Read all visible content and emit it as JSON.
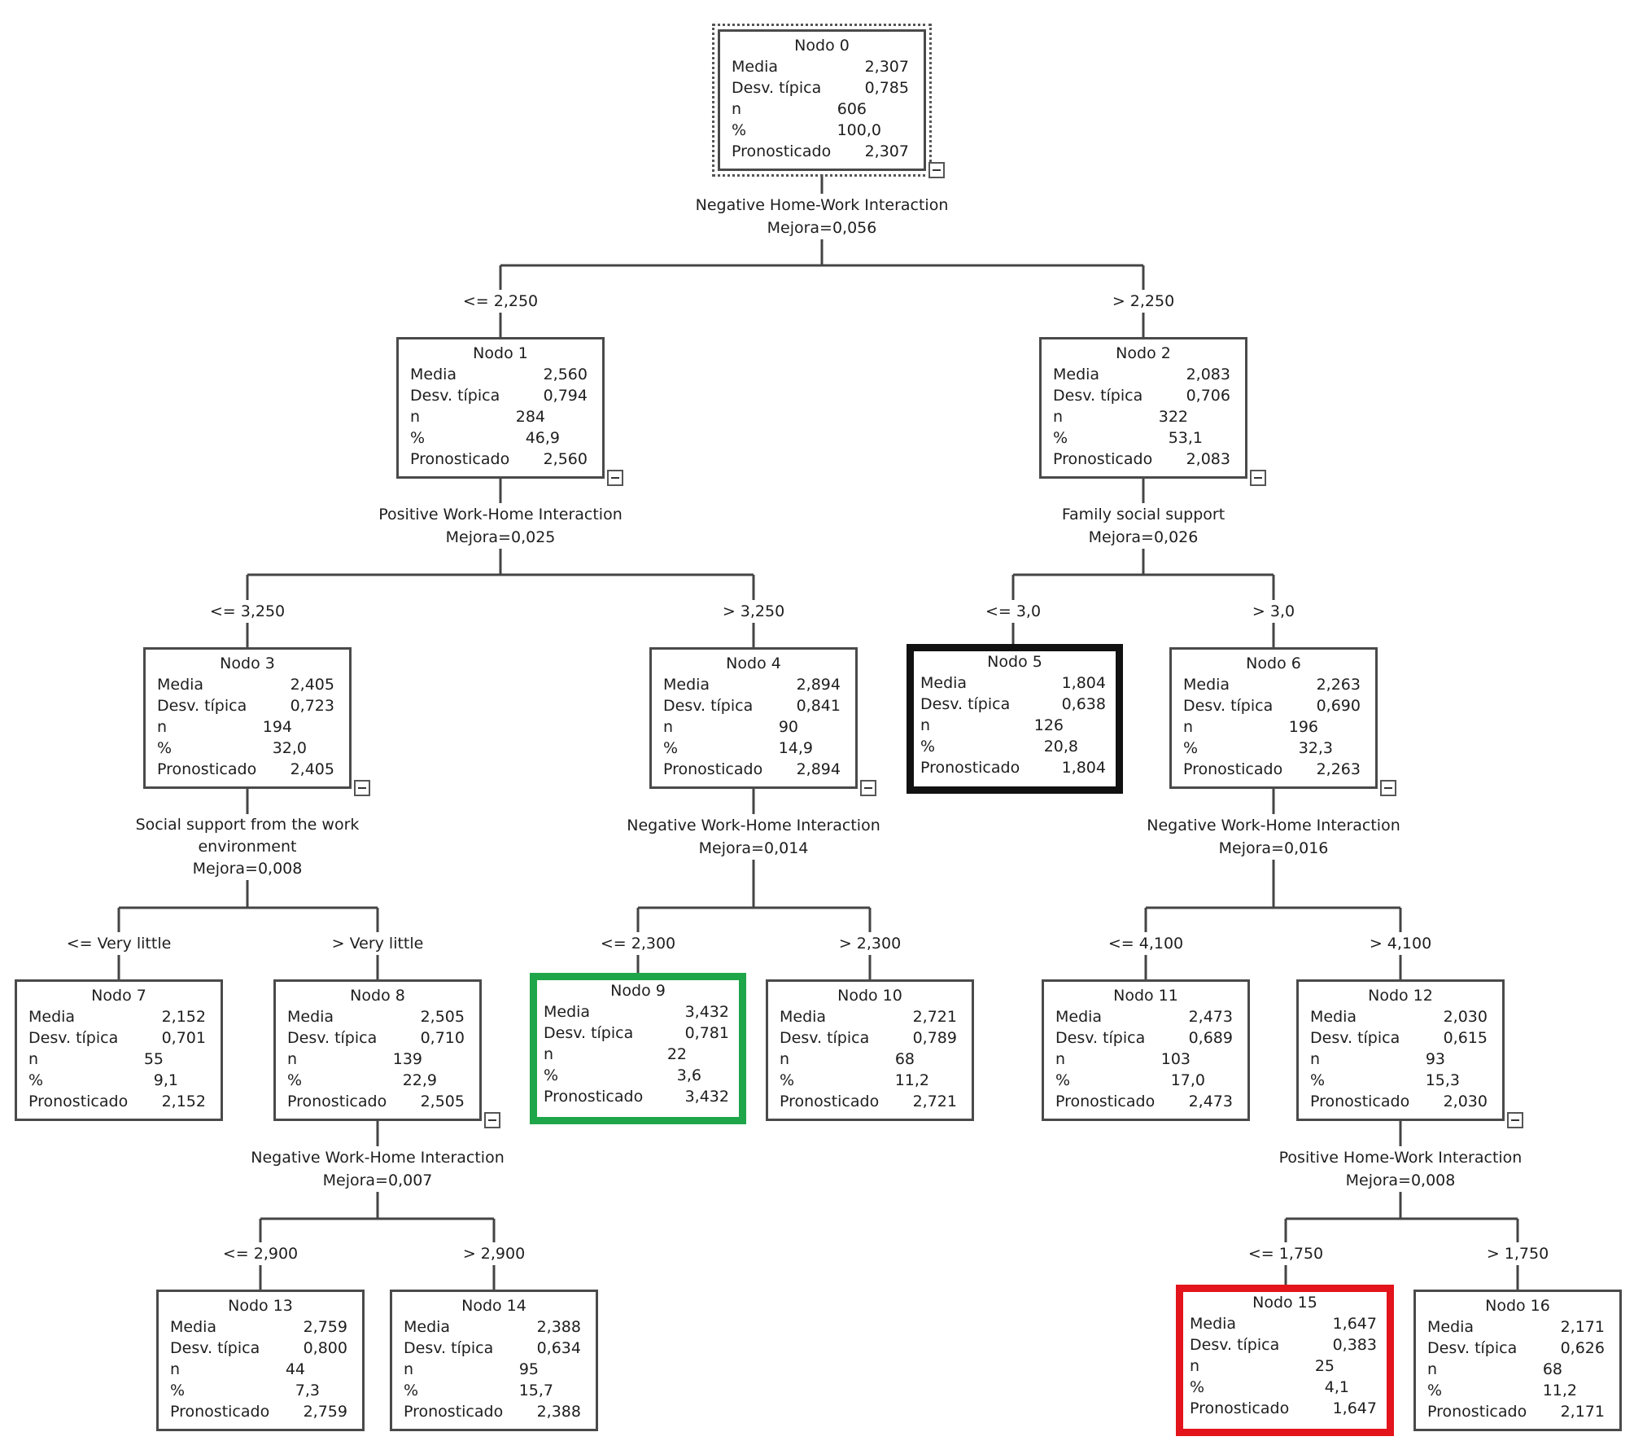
{
  "row_labels": {
    "media": "Media",
    "desv": "Desv. típica",
    "n": "n",
    "pct": "%",
    "pron": "Pronosticado"
  },
  "nodes": [
    {
      "title": "Nodo 0",
      "media": "2,307",
      "desv": "0,785",
      "n": "606",
      "pct": "100,0",
      "pron": "2,307"
    },
    {
      "title": "Nodo 1",
      "media": "2,560",
      "desv": "0,794",
      "n": "284",
      "pct": "46,9",
      "pron": "2,560"
    },
    {
      "title": "Nodo 2",
      "media": "2,083",
      "desv": "0,706",
      "n": "322",
      "pct": "53,1",
      "pron": "2,083"
    },
    {
      "title": "Nodo 3",
      "media": "2,405",
      "desv": "0,723",
      "n": "194",
      "pct": "32,0",
      "pron": "2,405"
    },
    {
      "title": "Nodo 4",
      "media": "2,894",
      "desv": "0,841",
      "n": "90",
      "pct": "14,9",
      "pron": "2,894"
    },
    {
      "title": "Nodo 5",
      "media": "1,804",
      "desv": "0,638",
      "n": "126",
      "pct": "20,8",
      "pron": "1,804"
    },
    {
      "title": "Nodo 6",
      "media": "2,263",
      "desv": "0,690",
      "n": "196",
      "pct": "32,3",
      "pron": "2,263"
    },
    {
      "title": "Nodo 7",
      "media": "2,152",
      "desv": "0,701",
      "n": "55",
      "pct": "9,1",
      "pron": "2,152"
    },
    {
      "title": "Nodo 8",
      "media": "2,505",
      "desv": "0,710",
      "n": "139",
      "pct": "22,9",
      "pron": "2,505"
    },
    {
      "title": "Nodo 9",
      "media": "3,432",
      "desv": "0,781",
      "n": "22",
      "pct": "3,6",
      "pron": "3,432"
    },
    {
      "title": "Nodo 10",
      "media": "2,721",
      "desv": "0,789",
      "n": "68",
      "pct": "11,2",
      "pron": "2,721"
    },
    {
      "title": "Nodo 11",
      "media": "2,473",
      "desv": "0,689",
      "n": "103",
      "pct": "17,0",
      "pron": "2,473"
    },
    {
      "title": "Nodo 12",
      "media": "2,030",
      "desv": "0,615",
      "n": "93",
      "pct": "15,3",
      "pron": "2,030"
    },
    {
      "title": "Nodo 13",
      "media": "2,759",
      "desv": "0,800",
      "n": "44",
      "pct": "7,3",
      "pron": "2,759"
    },
    {
      "title": "Nodo 14",
      "media": "2,388",
      "desv": "0,634",
      "n": "95",
      "pct": "15,7",
      "pron": "2,388"
    },
    {
      "title": "Nodo 15",
      "media": "1,647",
      "desv": "0,383",
      "n": "25",
      "pct": "4,1",
      "pron": "1,647"
    },
    {
      "title": "Nodo 16",
      "media": "2,171",
      "desv": "0,626",
      "n": "68",
      "pct": "11,2",
      "pron": "2,171"
    }
  ],
  "splits": [
    {
      "variable": "Negative Home-Work Interaction",
      "mejora": "Mejora=0,056"
    },
    {
      "variable": "Positive Work-Home Interaction",
      "mejora": "Mejora=0,025"
    },
    {
      "variable": "Family social support",
      "mejora": "Mejora=0,026"
    },
    {
      "variable": "Social support from the work environment",
      "mejora": "Mejora=0,008"
    },
    {
      "variable": "Negative Work-Home Interaction",
      "mejora": "Mejora=0,014"
    },
    {
      "variable": "Negative Work-Home Interaction",
      "mejora": "Mejora=0,016"
    },
    {
      "variable": "Negative Work-Home Interaction",
      "mejora": "Mejora=0,007"
    },
    {
      "variable": "Positive Home-Work Interaction",
      "mejora": "Mejora=0,008"
    }
  ],
  "branches": [
    "<= 2,250",
    "> 2,250",
    "<= 3,250",
    "> 3,250",
    "<= 3,0",
    "> 3,0",
    "<= Very little",
    "> Very little",
    "<= 2,300",
    "> 2,300",
    "<= 4,100",
    "> 4,100",
    "<= 2,900",
    "> 2,900",
    "<= 1,750",
    "> 1,750"
  ],
  "colors": {
    "highlight_black": "#111111",
    "highlight_green": "#1fa64a",
    "highlight_red": "#e3141b"
  }
}
